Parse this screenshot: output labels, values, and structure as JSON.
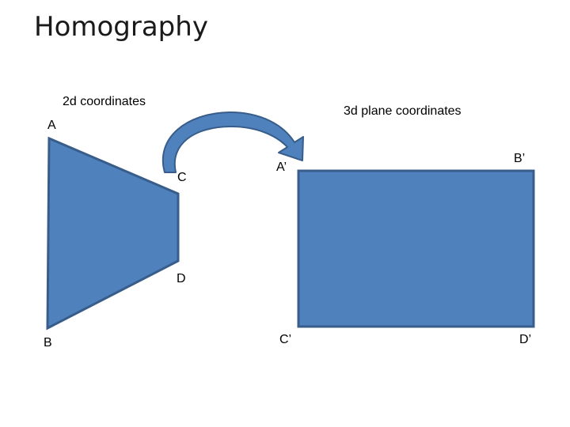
{
  "slide": {
    "title": "Homography"
  },
  "labels": {
    "source_heading": "2d coordinates",
    "target_heading": "3d plane coordinates",
    "a": "A",
    "b": "B",
    "c": "C",
    "d": "D",
    "a_prime": "A’",
    "b_prime": "B’",
    "c_prime": "C’",
    "d_prime": "D’"
  },
  "colors": {
    "shape_fill": "#4f81bd",
    "shape_stroke": "#385d8a",
    "arrow_fill": "#4f81bd"
  }
}
